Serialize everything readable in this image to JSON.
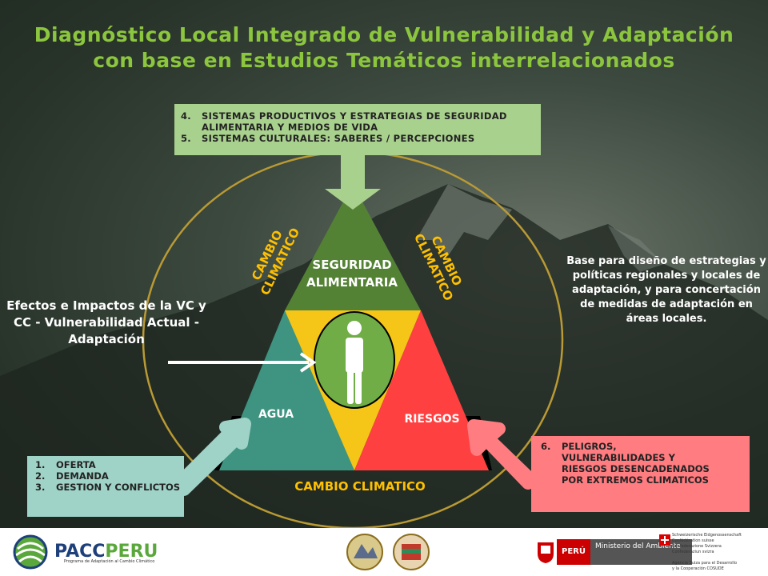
{
  "title": {
    "line1": "Diagnóstico Local Integrado de Vulnerabilidad y Adaptación",
    "line2": "con base en Estudios Temáticos interrelacionados"
  },
  "top_box": {
    "items": [
      {
        "n": "4.",
        "text": "SISTEMAS PRODUCTIVOS Y ESTRATEGIAS DE SEGURIDAD ALIMENTARIA Y MEDIOS DE VIDA"
      },
      {
        "n": "5.",
        "text": "SISTEMAS CULTURALES: SABERES / PERCEPCIONES"
      }
    ]
  },
  "left_box": {
    "items": [
      {
        "n": "1.",
        "text": "OFERTA"
      },
      {
        "n": "2.",
        "text": "DEMANDA"
      },
      {
        "n": "3.",
        "text": "GESTION Y CONFLICTOS"
      }
    ]
  },
  "right_box": {
    "items": [
      {
        "n": "6.",
        "text": "PELIGROS, VULNERABILIDADES Y RIESGOS DESENCADENADOS POR EXTREMOS CLIMATICOS"
      }
    ]
  },
  "triangle": {
    "top_label": "SEGURIDAD ALIMENTARIA",
    "left_label": "AGUA",
    "right_label": "RIESGOS",
    "colors": {
      "top": "#548235",
      "left": "#3e9480",
      "right": "#ff4040",
      "center": "#f5c518",
      "person_bg": "#70ad47"
    }
  },
  "cambio": {
    "left": "CAMBIO CLIMATICO",
    "right": "CAMBIO CLIMATICO",
    "bottom": "CAMBIO CLIMATICO"
  },
  "efectos_text": "Efectos e Impactos de la VC y CC - Vulnerabilidad Actual - Adaptación",
  "base_text": "Base para diseño de estrategias y políticas regionales y locales de adaptación, y para concertación de medidas de adaptación en áreas locales.",
  "footer": {
    "pacc_name_a": "PACC",
    "pacc_name_b": "PERU",
    "pacc_sub": "Programa de Adaptación al Cambio Climático",
    "min_peru": "PERÚ",
    "min_name": "Ministerio del Ambiente",
    "suiza": "Schweizerische Eidgenossenschaft\nConfédération suisse\nConfederazione Svizzera\nConfederaziun svizra\n\nAgencia Suiza para el Desarrollo\ny la Cooperación COSUDE"
  }
}
